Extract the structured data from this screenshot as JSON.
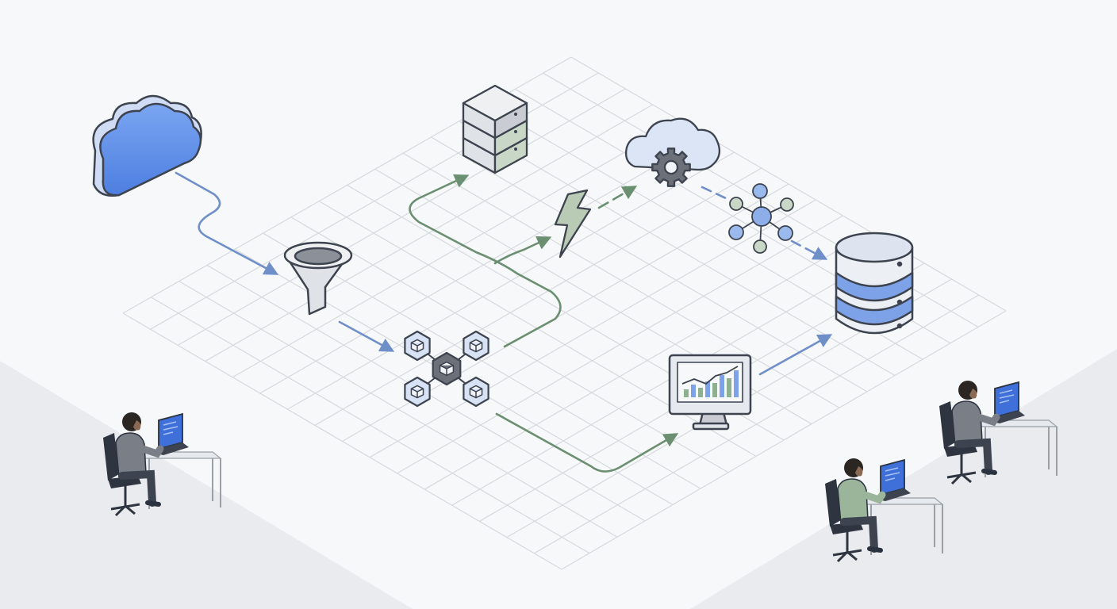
{
  "diagram": {
    "kind": "isometric data pipeline illustration",
    "text_labels": [],
    "nodes": [
      {
        "id": "cloud-source",
        "icon": "cloud-icon"
      },
      {
        "id": "funnel",
        "icon": "funnel-icon"
      },
      {
        "id": "module-network",
        "icon": "hexagon-network-icon"
      },
      {
        "id": "server-stack",
        "icon": "server-stack-icon"
      },
      {
        "id": "lightning",
        "icon": "lightning-icon"
      },
      {
        "id": "cloud-processing",
        "icon": "cloud-gear-icon"
      },
      {
        "id": "node-graph",
        "icon": "node-graph-icon"
      },
      {
        "id": "database",
        "icon": "database-icon"
      },
      {
        "id": "analytics-monitor",
        "icon": "monitor-chart-icon"
      }
    ],
    "edges": [
      {
        "from": "cloud-source",
        "to": "funnel",
        "style": "solid",
        "color": "blue"
      },
      {
        "from": "funnel",
        "to": "module-network",
        "style": "solid",
        "color": "blue"
      },
      {
        "from": "module-network",
        "to": "server-stack",
        "style": "solid",
        "color": "green"
      },
      {
        "from": "module-network",
        "to": "lightning",
        "style": "solid",
        "color": "green"
      },
      {
        "from": "lightning",
        "to": "cloud-processing",
        "style": "dashed",
        "color": "green"
      },
      {
        "from": "cloud-processing",
        "to": "node-graph",
        "style": "dashed",
        "color": "blue"
      },
      {
        "from": "node-graph",
        "to": "database",
        "style": "dashed",
        "color": "blue"
      },
      {
        "from": "module-network",
        "to": "analytics-monitor",
        "style": "solid",
        "color": "green"
      },
      {
        "from": "analytics-monitor",
        "to": "database",
        "style": "solid",
        "color": "blue"
      }
    ],
    "people": [
      {
        "id": "worker-left",
        "shirt": "grey"
      },
      {
        "id": "worker-right-back",
        "shirt": "grey"
      },
      {
        "id": "worker-right-front",
        "shirt": "green"
      }
    ]
  },
  "colors": {
    "background": "#f7f8f9",
    "floor": "#e8eaed",
    "grid": "#d4d7db",
    "outline": "#3d4450",
    "blue": "#5b8def",
    "blue_light": "#d7e2f5",
    "blue_arrow": "#6f8fc9",
    "green": "#6b8f71",
    "green_light": "#c9d7c6",
    "grey": "#c9cdd3",
    "grey_dark": "#6b7079",
    "screen": "#3f6fd8"
  }
}
